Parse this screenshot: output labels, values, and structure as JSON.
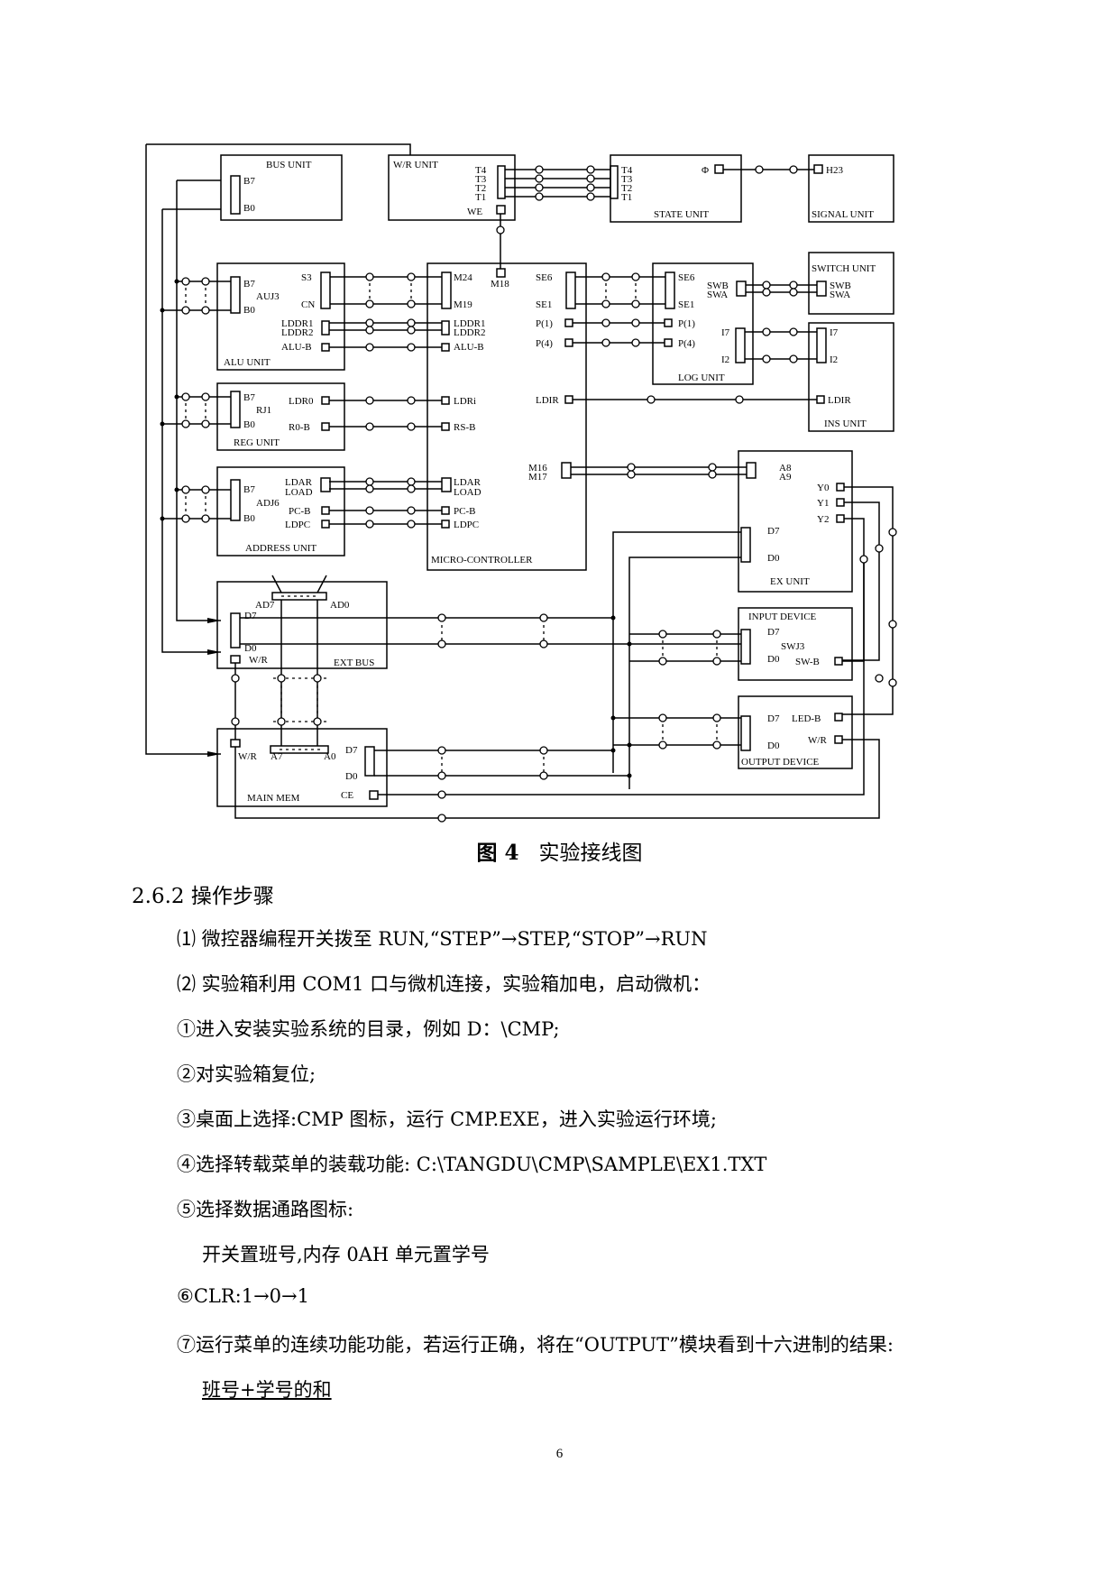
{
  "diagram": {
    "units": {
      "bus": "BUS UNIT",
      "wr": "W/R UNIT",
      "state": "STATE UNIT",
      "signal": "SIGNAL UNIT",
      "alu": "ALU UNIT",
      "log": "LOG UNIT",
      "switch": "SWITCH UNIT",
      "reg": "REG UNIT",
      "ins": "INS UNIT",
      "address": "ADDRESS UNIT",
      "micro": "MICRO-CONTROLLER",
      "ex": "EX UNIT",
      "extbus": "EXT BUS",
      "input": "INPUT DEVICE",
      "output": "OUTPUT DEVICE",
      "mainmem": "MAIN MEM"
    },
    "pins": {
      "b7": "B7",
      "b0": "B0",
      "t4": "T4",
      "t3": "T3",
      "t2": "T2",
      "t1": "T1",
      "we": "WE",
      "phi": "Φ",
      "h23": "H23",
      "s3": "S3",
      "cn": "CN",
      "auj3": "AUJ3",
      "m24": "M24",
      "m19": "M19",
      "m18": "M18",
      "ldd1": "LDDR1",
      "ldd2": "LDDR2",
      "alub": "ALU-B",
      "se6": "SE6",
      "se1": "SE1",
      "p1": "P(1)",
      "p4": "P(4)",
      "swb": "SWB",
      "swa": "SWA",
      "i7": "I7",
      "i2": "I2",
      "rj1": "RJ1",
      "ldr0": "LDR0",
      "r0b": "R0-B",
      "ldri": "LDRi",
      "rsb": "RS-B",
      "ldir": "LDIR",
      "adj6": "ADJ6",
      "ldar": "LDAR",
      "load": "LOAD",
      "pcb": "PC-B",
      "ldpc": "LDPC",
      "m16": "M16",
      "m17": "M17",
      "a8": "A8",
      "a9": "A9",
      "y0": "Y0",
      "y1": "Y1",
      "y2": "Y2",
      "d7": "D7",
      "d0": "D0",
      "ad7": "AD7",
      "ad0": "AD0",
      "wr": "W/R",
      "swj3": "SWJ3",
      "swb2": "SW-B",
      "ledb": "LED-B",
      "a7": "A7",
      "a0": "A0",
      "ce": "CE"
    }
  },
  "caption": {
    "label": "图 4",
    "text": "实验接线图"
  },
  "section_title": "2.6.2 操作步骤",
  "steps": {
    "s1": "⑴ 微控器编程开关拨至 RUN,“STEP”→STEP,“STOP”→RUN",
    "s2": "⑵ 实验箱利用 COM1 口与微机连接，实验箱加电，启动微机：",
    "c1": "①进入安装实验系统的目录，例如 D：\\CMP;",
    "c2": "②对实验箱复位;",
    "c3": "③桌面上选择:CMP 图标，运行 CMP.EXE，进入实验运行环境;",
    "c4": "④选择转载菜单的装载功能:   C:\\TANGDU\\CMP\\SAMPLE\\EX1.TXT",
    "c5": "⑤选择数据通路图标:",
    "c5b": "开关置班号,内存 0AH 单元置学号",
    "c6": "⑥CLR:1→0→1",
    "c7": "⑦运行菜单的连续功能功能，若运行正确，将在“OUTPUT”模块看到十六进制的结果:",
    "c7b": "班号+学号的和"
  },
  "page_number": "6"
}
